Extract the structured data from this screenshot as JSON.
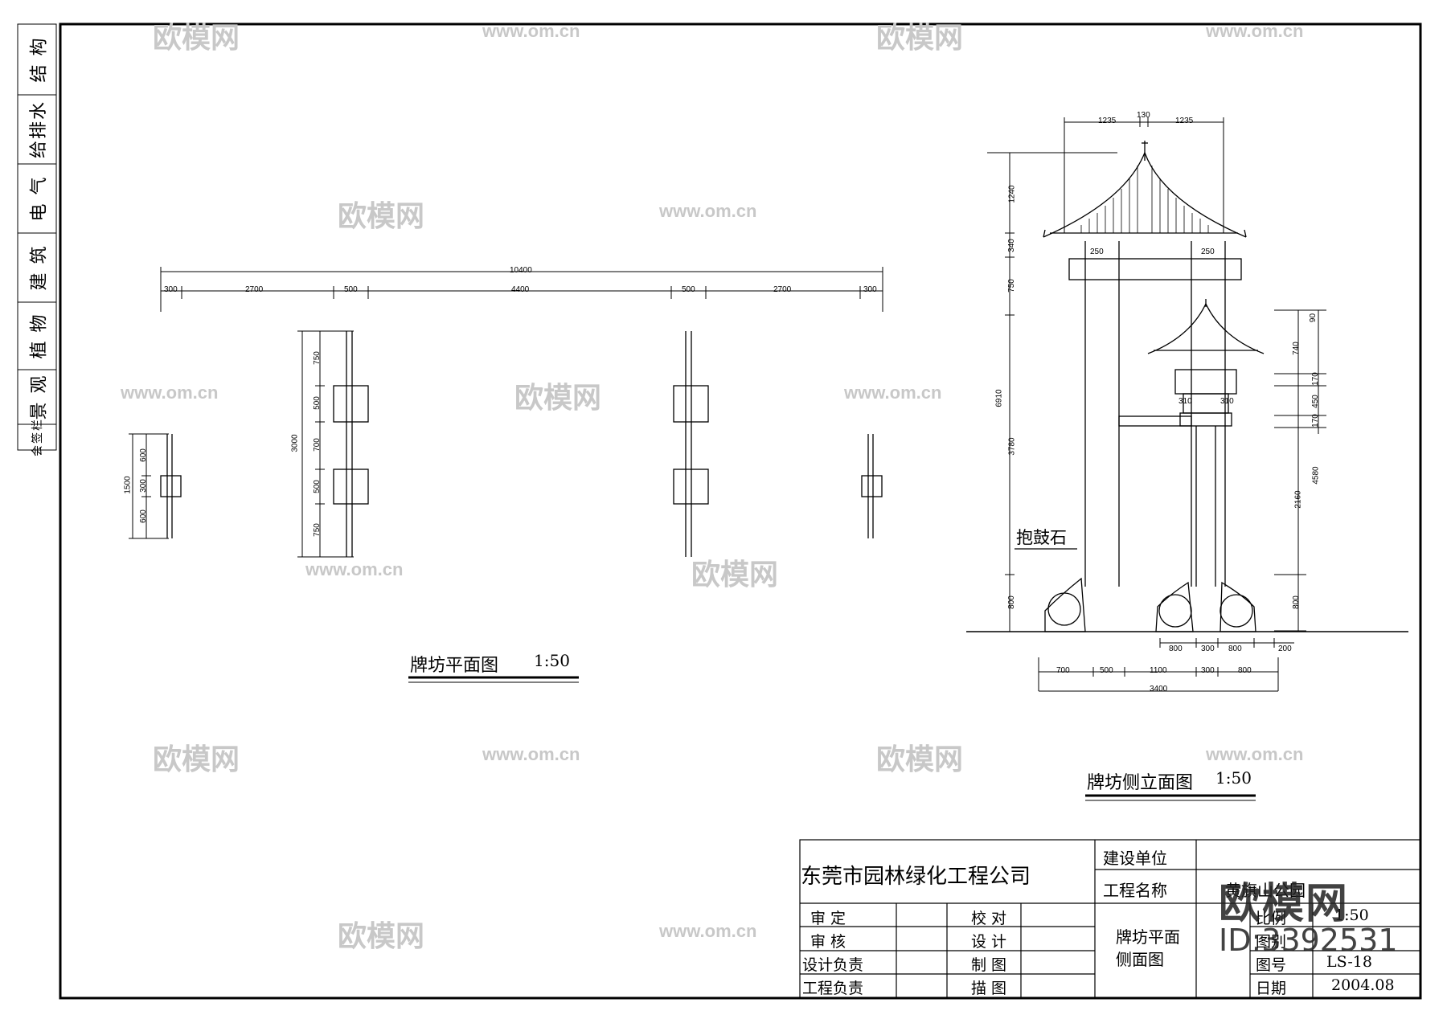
{
  "side_labels": [
    "结 构",
    "给排水",
    "电 气",
    "建 筑",
    "植 物",
    "景 观",
    "会签栏"
  ],
  "plan": {
    "title": "牌坊平面图",
    "scale": "1:50",
    "dims_top_total": "10400",
    "dims_top": [
      "300",
      "2700",
      "500",
      "4400",
      "500",
      "2700",
      "300"
    ],
    "dims_left_total": "3000",
    "dims_left": [
      "750",
      "500",
      "700",
      "500",
      "750"
    ],
    "dims_small_total": "1500",
    "dims_small": [
      "600",
      "300",
      "600"
    ]
  },
  "elevation": {
    "title": "牌坊侧立面图",
    "scale": "1:50",
    "label_stone": "抱鼓石",
    "dims_top": [
      "1235",
      "130",
      "1235"
    ],
    "dims_left_total": "6910",
    "dims_left": [
      "1240",
      "340",
      "750",
      "3780",
      "800"
    ],
    "dims_mid": [
      "250",
      "250",
      "310",
      "310"
    ],
    "dims_right": [
      "90",
      "740",
      "170",
      "450",
      "170",
      "4580",
      "2160",
      "800"
    ],
    "dims_bottom1": [
      "800",
      "300",
      "800",
      "200"
    ],
    "dims_bottom2": [
      "700",
      "500",
      "1100",
      "300",
      "800"
    ],
    "dims_bottom_total": "3400"
  },
  "title_block": {
    "company": "东莞市园林绿化工程公司",
    "client_label": "建设单位",
    "project_label": "工程名称",
    "project_value": "黄旗山公园",
    "roles_left": [
      "审 定",
      "审 核",
      "设计负责",
      "工程负责"
    ],
    "roles_right": [
      "校 对",
      "设 计",
      "制 图",
      "描 图"
    ],
    "drawing_name_1": "牌坊平面",
    "drawing_name_2": "侧面图",
    "scale_label": "比例",
    "scale_value": "1:50",
    "figure_label": "图别",
    "number_label": "图号",
    "number_value": "LS-18",
    "date_label": "日期",
    "date_value": "2004.08"
  },
  "watermark": {
    "brand": "欧模网",
    "url": "www.om.cn",
    "id": "ID:3392531"
  }
}
